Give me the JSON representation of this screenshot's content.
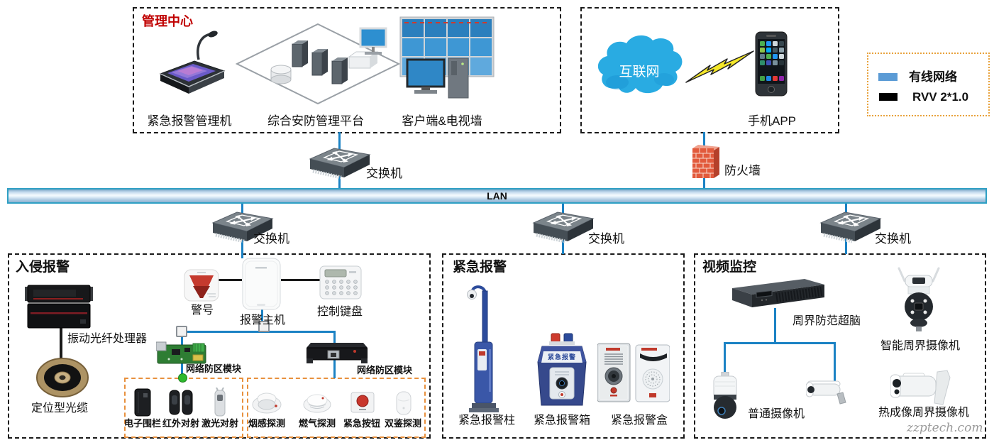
{
  "management_center": {
    "title": "管理中心",
    "title_color": "#C00000",
    "alarm_console_label": "紧急报警管理机",
    "platform_label": "综合安防管理平台",
    "client_wall_label": "客户端&电视墙"
  },
  "internet_zone": {
    "cloud_label": "互联网",
    "phone_label": "手机APP"
  },
  "legend": {
    "wired": {
      "label": "有线网络",
      "color": "#5B9BD5"
    },
    "rvv": {
      "label": "RVV 2*1.0",
      "color": "#000000"
    }
  },
  "backbone": {
    "lan_label": "LAN",
    "top_switch_label": "交换机",
    "firewall_label": "防火墙",
    "left_switch_label": "交换机",
    "middle_switch_label": "交换机",
    "right_switch_label": "交换机",
    "wired_line_color": "#1B82C4",
    "rvv_line_color": "#1a1a1a"
  },
  "intrusion": {
    "title": "入侵报警",
    "fiber_processor_label": "振动光纤处理器",
    "fiber_cable_label": "定位型光缆",
    "siren_label": "警号",
    "alarm_host_label": "报警主机",
    "keypad_label": "控制键盘",
    "zone_module_left_label": "网络防区模块",
    "zone_module_right_label": "网络防区模块",
    "perimeter_detectors": [
      {
        "label": "电子围栏"
      },
      {
        "label": "红外对射"
      },
      {
        "label": "激光对射"
      }
    ],
    "point_detectors": [
      {
        "label": "烟感探测"
      },
      {
        "label": "燃气探测"
      },
      {
        "label": "紧急按钮"
      },
      {
        "label": "双鉴探测"
      }
    ]
  },
  "emergency": {
    "title": "紧急报警",
    "pillar_label": "紧急报警柱",
    "box_label": "紧急报警箱",
    "panel_label": "紧急报警盒",
    "box_sign_text": "紧急报警"
  },
  "video": {
    "title": "视频监控",
    "nvr_label": "周界防范超脑",
    "smart_camera_label": "智能周界摄像机",
    "normal_camera_label": "普通摄像机",
    "thermal_camera_label": "热成像周界摄像机"
  },
  "watermark": "zzptech.com"
}
